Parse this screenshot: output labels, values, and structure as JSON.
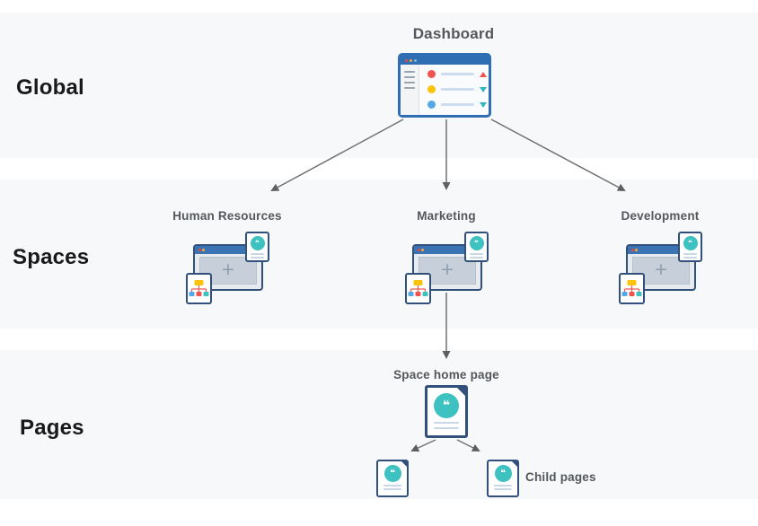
{
  "rows": {
    "global": "Global",
    "spaces": "Spaces",
    "pages": "Pages"
  },
  "global": {
    "dashboard_label": "Dashboard"
  },
  "spaces": [
    {
      "label": "Human Resources"
    },
    {
      "label": "Marketing"
    },
    {
      "label": "Development"
    }
  ],
  "pages": {
    "home_label": "Space home page",
    "child_label": "Child pages"
  },
  "icons": {
    "quote_glyph": "❝",
    "plus_glyph": "+",
    "dashboard_icon": "dashboard-window-icon",
    "space_icon": "space-window-icon",
    "quote_page_icon": "quote-page-icon",
    "org_chart_icon": "org-chart-page-icon"
  },
  "colors": {
    "band": "#f7f8f9",
    "window_blue": "#2f6eb2",
    "titlebar_blue": "#3a74b4",
    "navy_border": "#31517c",
    "teal": "#3ec1c1",
    "red": "#ef5350",
    "yellow": "#fdc307",
    "blue": "#55a8e8",
    "line_blue": "#cddcee",
    "arrow_gray": "#5d6062",
    "label_dark": "#17191b",
    "label_gray": "#54575c"
  }
}
